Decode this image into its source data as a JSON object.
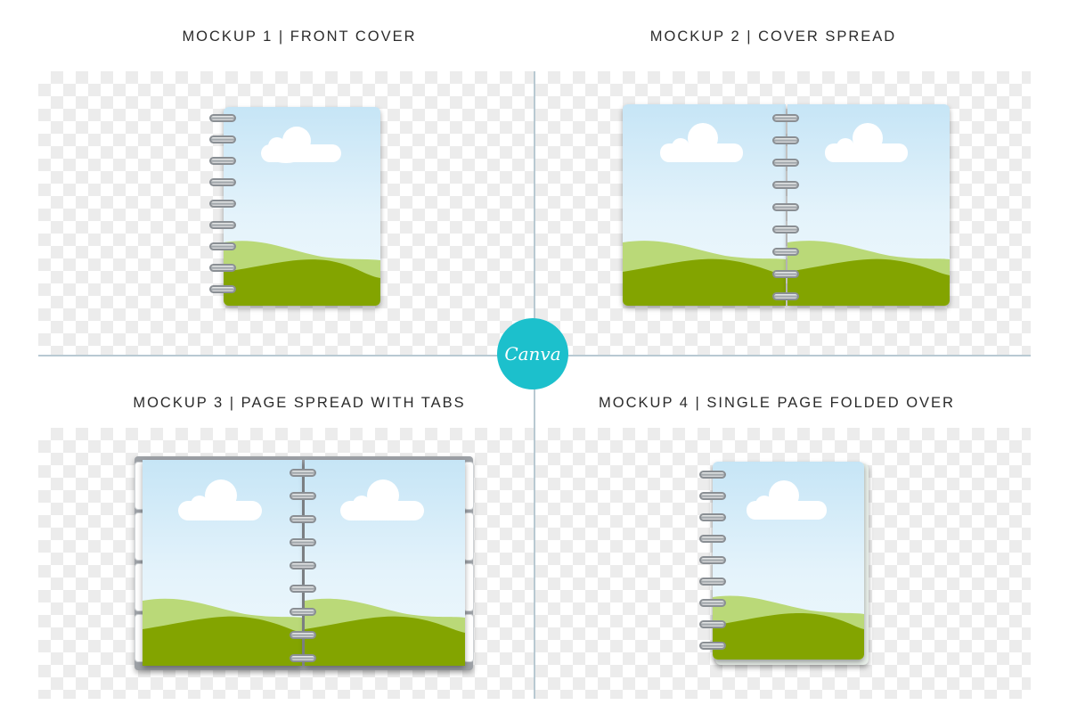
{
  "mockups": [
    {
      "title": "MOCKUP 1 | FRONT COVER"
    },
    {
      "title": "MOCKUP 2 | COVER SPREAD"
    },
    {
      "title": "MOCKUP 3 | PAGE SPREAD WITH TABS"
    },
    {
      "title": "MOCKUP 4 | SINGLE PAGE FOLDED OVER"
    }
  ],
  "badge": {
    "label": "Canva",
    "color": "#1cc0cc"
  },
  "colors": {
    "sky": "#c6e5f6",
    "hill_light": "#bad978",
    "hill_dark": "#83a400",
    "divider": "#b8c9d2"
  }
}
